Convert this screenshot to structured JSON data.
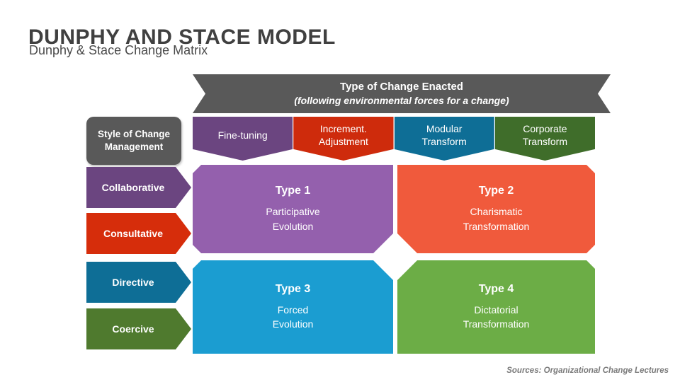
{
  "title": "DUNPHY AND STACE MODEL",
  "subtitle": "Dunphy & Stace Change Matrix",
  "banner": {
    "title": "Type of Change Enacted",
    "subtitle": "(following environmental forces for a change)",
    "color": "#595959"
  },
  "style_box": {
    "label": "Style of Change Management",
    "line1": "Style of Change",
    "line2": "Management",
    "color": "#595959"
  },
  "columns": [
    {
      "line1": "Fine-tuning",
      "line2": "",
      "color": "#6B4580"
    },
    {
      "line1": "Increment.",
      "line2": "Adjustment",
      "color": "#CE2B0C"
    },
    {
      "line1": "Modular",
      "line2": "Transform",
      "color": "#0E6E96"
    },
    {
      "line1": "Corporate",
      "line2": "Transform",
      "color": "#3F6D2A"
    }
  ],
  "rows": [
    {
      "label": "Collaborative",
      "color": "#6B4580"
    },
    {
      "label": "Consultative",
      "color": "#D62D0B"
    },
    {
      "label": "Directive",
      "color": "#0E6E96"
    },
    {
      "label": "Coercive",
      "color": "#4F7A2E"
    }
  ],
  "quadrants": [
    {
      "title": "Type 1",
      "line1": "Participative",
      "line2": "Evolution",
      "color": "#9460AD"
    },
    {
      "title": "Type 2",
      "line1": "Charismatic",
      "line2": "Transformation",
      "color": "#F05A3C"
    },
    {
      "title": "Type 3",
      "line1": "Forced",
      "line2": "Evolution",
      "color": "#1B9DD1"
    },
    {
      "title": "Type 4",
      "line1": "Dictatorial",
      "line2": "Transformation",
      "color": "#6CAD46"
    }
  ],
  "footer": "Sources: Organizational Change Lectures"
}
